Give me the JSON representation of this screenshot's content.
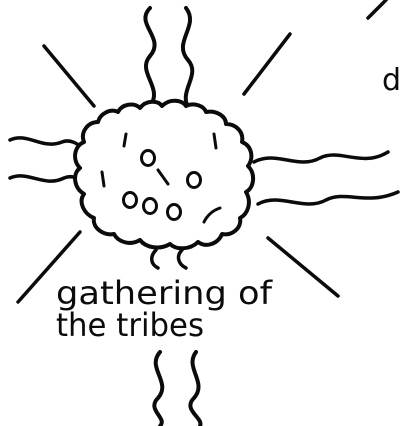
{
  "diagram": {
    "label_line_1": "gathering of",
    "label_line_2": "the tribes",
    "cut_off_letter": "d",
    "ink_color": "#0b0b0b",
    "background_color": "#ffffff"
  }
}
